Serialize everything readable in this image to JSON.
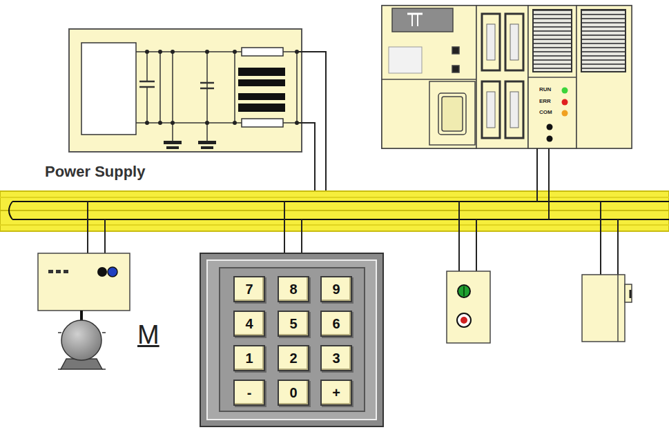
{
  "diagram": {
    "nodes": [
      {
        "text": [
          "Power Supply"
        ]
      },
      {
        "text": [
          "7"
        ]
      },
      {
        "text": [
          "8"
        ]
      },
      {
        "text": [
          "9"
        ]
      },
      {
        "text": [
          "4"
        ]
      },
      {
        "text": [
          "5"
        ]
      },
      {
        "text": [
          "6"
        ]
      },
      {
        "text": [
          "1"
        ]
      },
      {
        "text": [
          "2"
        ]
      },
      {
        "text": [
          "3"
        ]
      },
      {
        "text": [
          "-"
        ]
      },
      {
        "text": [
          "0"
        ]
      },
      {
        "text": [
          "+"
        ]
      }
    ],
    "labels": [
      "RUN",
      "ERR",
      "COM",
      "M"
    ]
  }
}
